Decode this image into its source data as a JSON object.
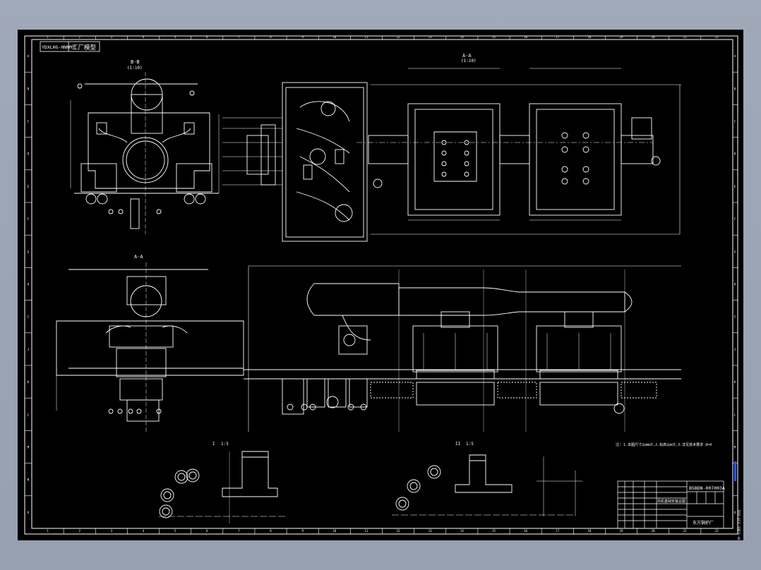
{
  "drawing": {
    "stamp_code": "YDXLHG-HNNMY",
    "stamp_right": "工厂模型",
    "drawing_number": "B5BDN-007003A",
    "drawing_title": "风机基础安装总图",
    "company": "东方锅炉厂",
    "side_note": "IRSD-4F2C-SD62F-4A"
  },
  "views": {
    "bb_title": "B-B",
    "bb_scale": "(1:10)",
    "aa_title": "A-A",
    "aa_scale": "(1:10)",
    "front_title": "A-A",
    "detail_1_label": "I",
    "detail_1_scale": "1:5",
    "detail_2_label": "II",
    "detail_2_scale": "1:5"
  },
  "notes": {
    "bottom_note": "注: 1.本图尺寸以mm计,2.标高以m计,3.详见技术要求 d=4"
  },
  "grid": {
    "columns": [
      "1",
      "2",
      "3",
      "4",
      "5",
      "6",
      "7",
      "8",
      "9",
      "10",
      "11",
      "12",
      "13",
      "14",
      "15",
      "16",
      "17",
      "18",
      "19",
      "20",
      "21",
      "22"
    ],
    "rows": [
      "A",
      "B",
      "C",
      "D",
      "E",
      "F",
      "G",
      "H",
      "I",
      "J",
      "K",
      "L",
      "M",
      "N",
      "O"
    ]
  },
  "colors": {
    "background": "#000000",
    "lines": "#ffffff",
    "frame": "#a0a9b8",
    "accent_marker": "#3355ff"
  }
}
